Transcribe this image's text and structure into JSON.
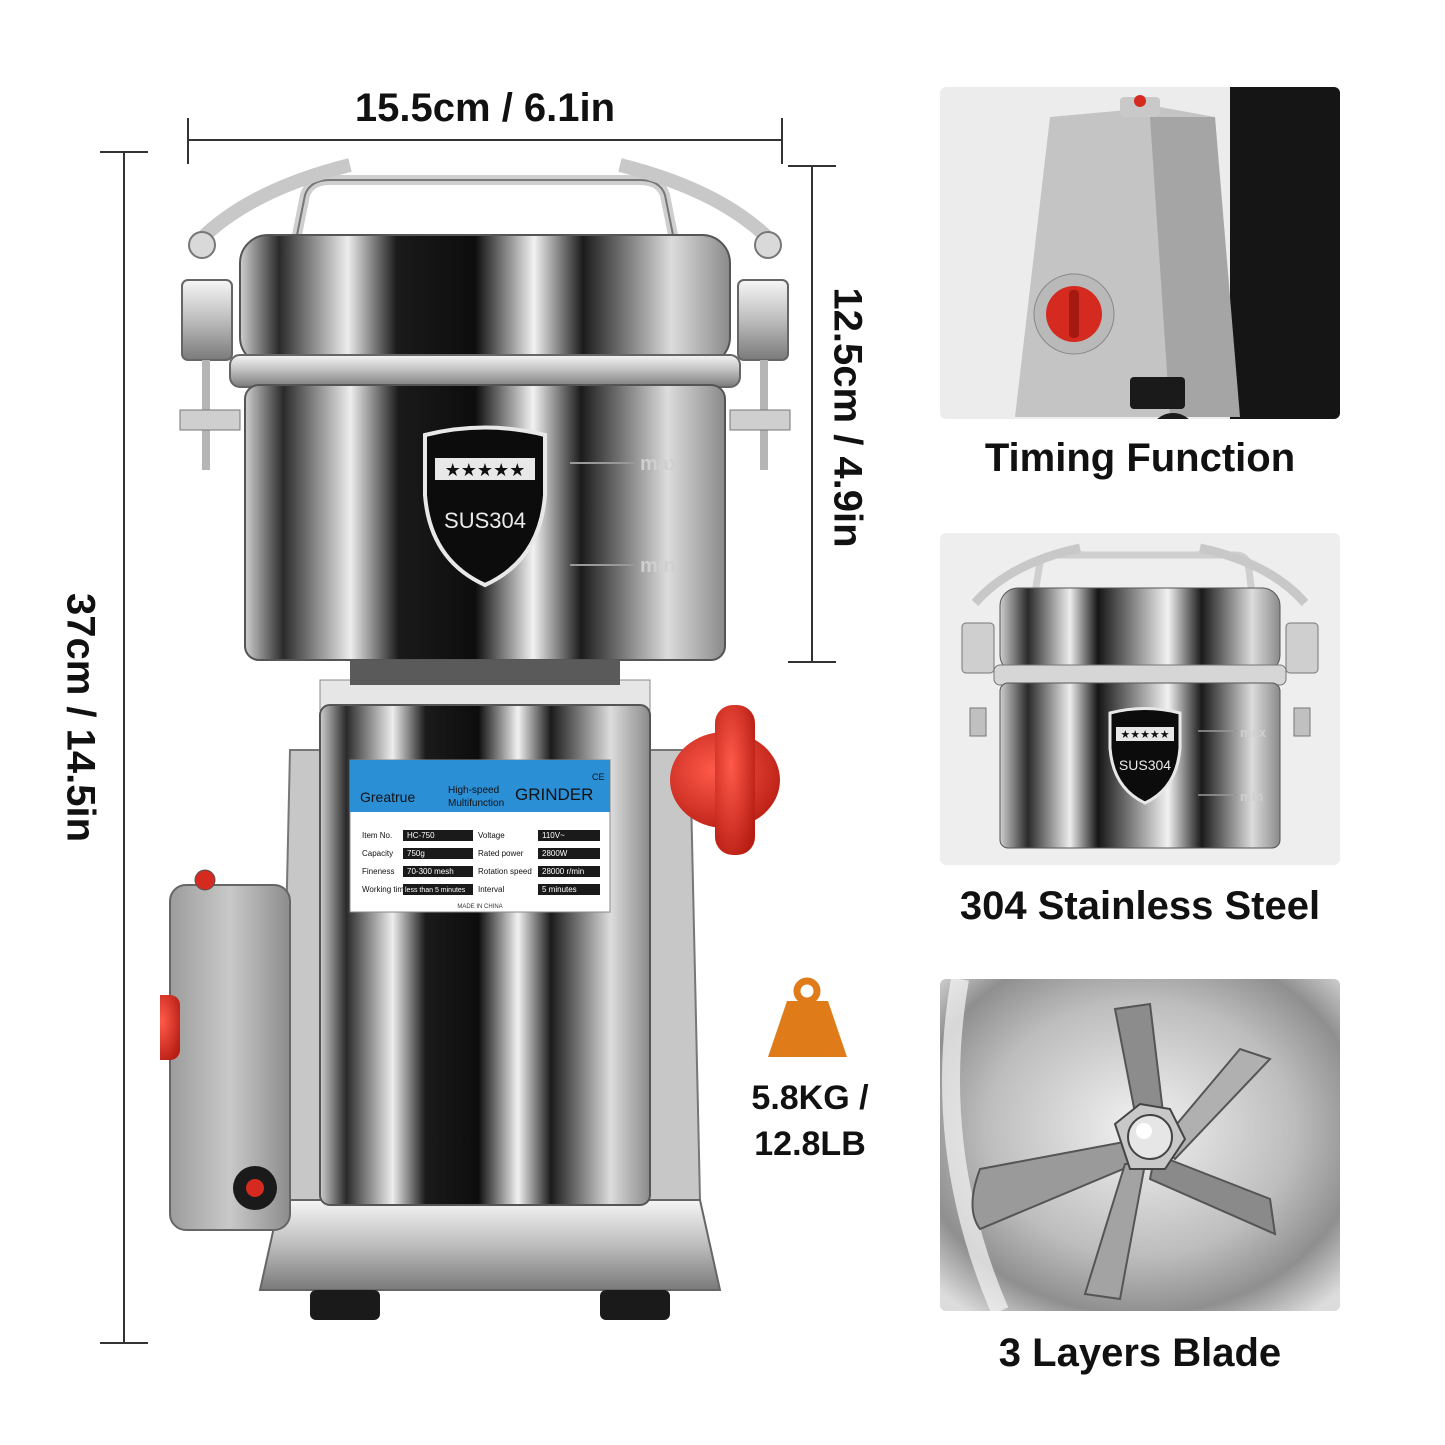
{
  "dimensions": {
    "width_label": "15.5cm / 6.1in",
    "height_label": "37cm / 14.5in",
    "cup_height_label": "12.5cm / 4.9in"
  },
  "product": {
    "cup_marking": "SUS304",
    "max_mark": "max",
    "min_mark": "min",
    "nameplate": {
      "brand": "Greatrue",
      "tagline_1": "High-speed",
      "tagline_2": "Multifunction",
      "title": "GRINDER",
      "ce": "CE",
      "made_in": "MADE IN CHINA",
      "specs": [
        {
          "label": "Item No.",
          "value": "HC-750",
          "label2": "Voltage",
          "value2": "110V~"
        },
        {
          "label": "Capacity",
          "value": "750g",
          "label2": "Rated power",
          "value2": "2800W"
        },
        {
          "label": "Fineness",
          "value": "70-300 mesh",
          "label2": "Rotation speed",
          "value2": "28000 r/min"
        },
        {
          "label": "Working time",
          "value": "less than 5 minutes",
          "label2": "Interval",
          "value2": "5 minutes"
        }
      ]
    }
  },
  "weight": {
    "line1": "5.8KG /",
    "line2": "12.8LB",
    "icon": "weight-icon",
    "icon_color": "#e07b1a"
  },
  "features": [
    {
      "caption": "Timing Function"
    },
    {
      "caption": "304 Stainless Steel",
      "cup_marking": "SUS304",
      "max_mark": "max",
      "min_mark": "min"
    },
    {
      "caption": "3 Layers Blade"
    }
  ],
  "colors": {
    "knob_red": "#d42a20",
    "steel_dark": "#1a1a1a",
    "steel_light": "#d8d8d8",
    "label_blue": "#2b8fd6"
  }
}
